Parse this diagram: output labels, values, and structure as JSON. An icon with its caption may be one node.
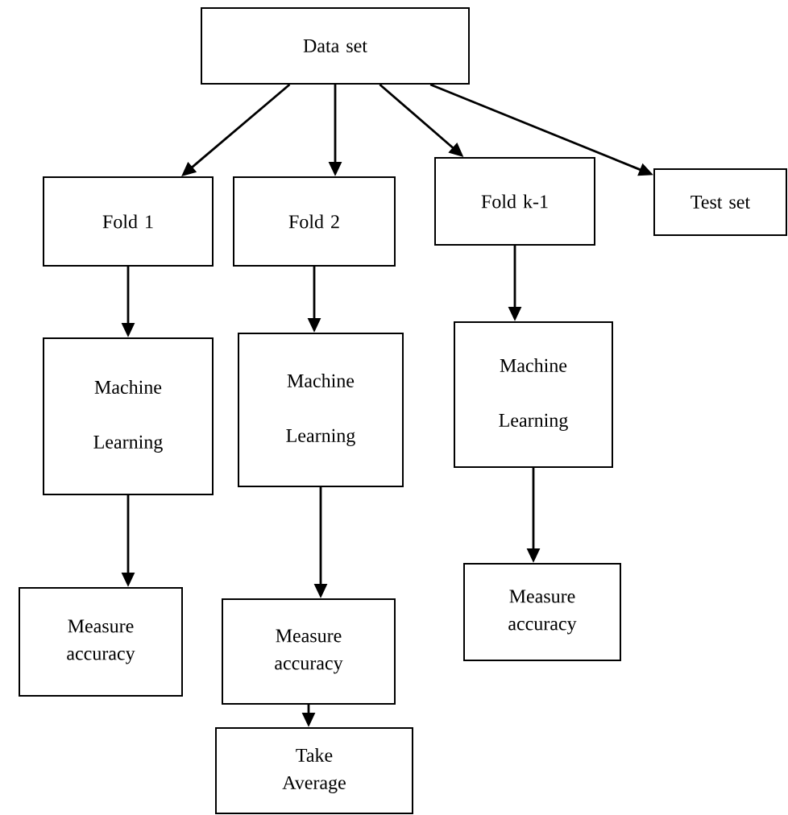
{
  "diagram": {
    "nodes": [
      {
        "text": [
          "Data set"
        ]
      },
      {
        "text": [
          "Fold 1"
        ]
      },
      {
        "text": [
          "Fold 2"
        ]
      },
      {
        "text": [
          "Fold k-1"
        ]
      },
      {
        "text": [
          "Test set"
        ]
      },
      {
        "text": [
          "Machine Learning"
        ]
      },
      {
        "text": [
          "Machine Learning"
        ]
      },
      {
        "text": [
          "Machine Learning"
        ]
      },
      {
        "text": [
          "Measure accuracy"
        ]
      },
      {
        "text": [
          "Measure accuracy"
        ]
      },
      {
        "text": [
          "Measure accuracy"
        ]
      },
      {
        "text": [
          "Take Average"
        ]
      }
    ],
    "edges": [
      {
        "from": 0,
        "to": 1,
        "arrow": "to"
      },
      {
        "from": 0,
        "to": 2,
        "arrow": "to"
      },
      {
        "from": 0,
        "to": 3,
        "arrow": "to"
      },
      {
        "from": 0,
        "to": 4,
        "arrow": "to"
      },
      {
        "from": 1,
        "to": 5,
        "arrow": "to"
      },
      {
        "from": 2,
        "to": 6,
        "arrow": "to"
      },
      {
        "from": 3,
        "to": 7,
        "arrow": "to"
      },
      {
        "from": 5,
        "to": 8,
        "arrow": "to"
      },
      {
        "from": 6,
        "to": 9,
        "arrow": "to"
      },
      {
        "from": 7,
        "to": 10,
        "arrow": "to"
      },
      {
        "from": 9,
        "to": 11,
        "arrow": "to"
      }
    ]
  }
}
